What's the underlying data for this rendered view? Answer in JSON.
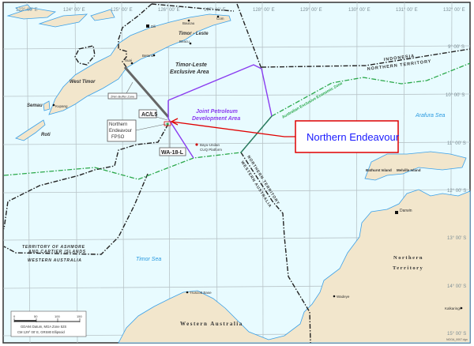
{
  "map": {
    "longitude_ticks": [
      "123° 00' E",
      "124° 00' E",
      "125° 00' E",
      "126° 00' E",
      "127° 00' E",
      "128° 00' E",
      "129° 00' E",
      "130° 00' E",
      "131° 00' E",
      "132° 00' E"
    ],
    "latitude_ticks": [
      "9° 00' S",
      "10° 00' S",
      "11° 00' S",
      "12° 00' S",
      "13° 00' S",
      "14° 00' S",
      "15° 00' S"
    ],
    "regions": {
      "timor_leste": "Timor - Leste",
      "west_timor": "West Timor",
      "semau": "Semau",
      "roti": "Roti",
      "tl_exclusive_area_1": "Timor-Leste",
      "tl_exclusive_area_2": "Exclusive Area",
      "jpda_1": "Joint Petroleum",
      "jpda_2": "Development Area",
      "western_australia": "Western Australia",
      "northern_territory_1": "Northern",
      "northern_territory_2": "Territory",
      "bathurst": "Bathurst Island",
      "melville": "Melville Island"
    },
    "seas": {
      "arafura": "Arafura Sea",
      "timor": "Timor Sea"
    },
    "towns": {
      "dili": "Dili",
      "baucau": "Baucau",
      "com": "Com",
      "beacu": "Beacu",
      "suai": "Suai",
      "betano": "Betano",
      "kupang": "Kupang",
      "darwin": "Darwin",
      "wadeye": "Wadeye",
      "kalkaringi": "Kalkaringi",
      "truscott": "Truscott Base"
    },
    "boundaries": {
      "indonesia": "INDONESIA",
      "nt": "NORTHERN TERRITORY",
      "aeez": "Australian Exclusive Economic Zone",
      "nt_wa_1": "NORTHERN TERRITORY",
      "nt_wa_2": "WESTERN AUSTRALIA",
      "ashmore_1": "TERRITORY OF ASHMORE",
      "ashmore_2": "AND CARTIER ISLANDS",
      "ashmore_wa": "WESTERN AUSTRALIA",
      "buffer": "2Nm Buffer Zone"
    },
    "facilities": {
      "acl5": "AC/L5",
      "wa18l": "WA-18-L",
      "fpso_1": "Northern",
      "fpso_2": "Endeavour",
      "fpso_3": "FPSO",
      "bayu_1": "Bayu-Undan",
      "bayu_2": "CUQ Platform"
    },
    "callout": "Northern Endeavour",
    "scale": {
      "ticks": [
        "0",
        "50",
        "100",
        "150"
      ],
      "line1": "GDA94 Datum, MGA Zone 52S",
      "line2": "CM 129° 00' E, GRS80 Ellipsoid"
    },
    "credit": "NOGA_0007.dgn",
    "colors": {
      "sea": "#e8fbff",
      "land": "#f2e6cc",
      "jpda": "#8a3cf0",
      "eez": "#2aa84a",
      "callout": "#e00000",
      "callout_text": "#1a1aff"
    }
  }
}
